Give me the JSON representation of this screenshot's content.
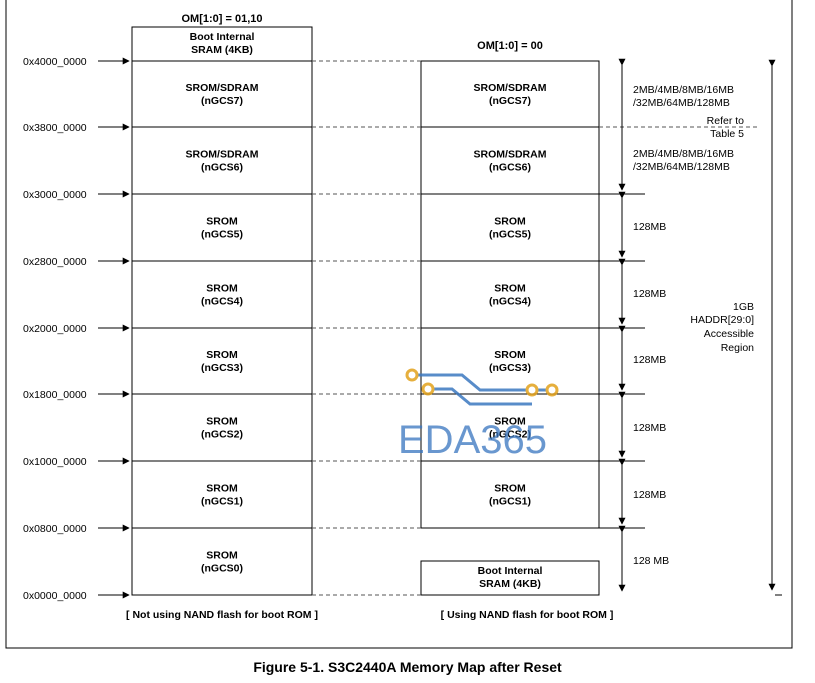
{
  "left_map": {
    "header": "OM[1:0] = 01,10",
    "top_box": [
      "Boot Internal",
      "SRAM (4KB)"
    ],
    "banks": [
      [
        "SROM/SDRAM",
        "(nGCS7)"
      ],
      [
        "SROM/SDRAM",
        "(nGCS6)"
      ],
      [
        "SROM",
        "(nGCS5)"
      ],
      [
        "SROM",
        "(nGCS4)"
      ],
      [
        "SROM",
        "(nGCS3)"
      ],
      [
        "SROM",
        "(nGCS2)"
      ],
      [
        "SROM",
        "(nGCS1)"
      ],
      [
        "SROM",
        "(nGCS0)"
      ]
    ],
    "footer": "[ Not using NAND flash for boot ROM ]"
  },
  "right_map": {
    "header": "OM[1:0] = 00",
    "banks": [
      [
        "SROM/SDRAM",
        "(nGCS7)"
      ],
      [
        "SROM/SDRAM",
        "(nGCS6)"
      ],
      [
        "SROM",
        "(nGCS5)"
      ],
      [
        "SROM",
        "(nGCS4)"
      ],
      [
        "SROM",
        "(nGCS3)"
      ],
      [
        "SROM",
        "(nGCS2)"
      ],
      [
        "SROM",
        "(nGCS1)"
      ]
    ],
    "bottom_box": [
      "Boot Internal",
      "SRAM (4KB)"
    ],
    "footer": "[ Using NAND flash for boot ROM ]"
  },
  "addresses": [
    "0x4000_0000",
    "0x3800_0000",
    "0x3000_0000",
    "0x2800_0000",
    "0x2000_0000",
    "0x1800_0000",
    "0x1000_0000",
    "0x0800_0000",
    "0x0000_0000"
  ],
  "size_labels": {
    "bank7": [
      "2MB/4MB/8MB/16MB",
      "/32MB/64MB/128MB"
    ],
    "refer": [
      "Refer to",
      "Table 5"
    ],
    "bank6": [
      "2MB/4MB/8MB/16MB",
      "/32MB/64MB/128MB"
    ],
    "bank5": "128MB",
    "bank4": "128MB",
    "bank3": "128MB",
    "bank2": "128MB",
    "bank1": "128MB",
    "bank0": "128 MB",
    "total": [
      "1GB",
      "HADDR[29:0]",
      "Accessible",
      "Region"
    ]
  },
  "watermark": "EDA365",
  "caption": "Figure 5-1. S3C2440A Memory Map after Reset",
  "colors": {
    "watermark": "#3c78c0",
    "watermark_dots": "#e2a21c"
  }
}
